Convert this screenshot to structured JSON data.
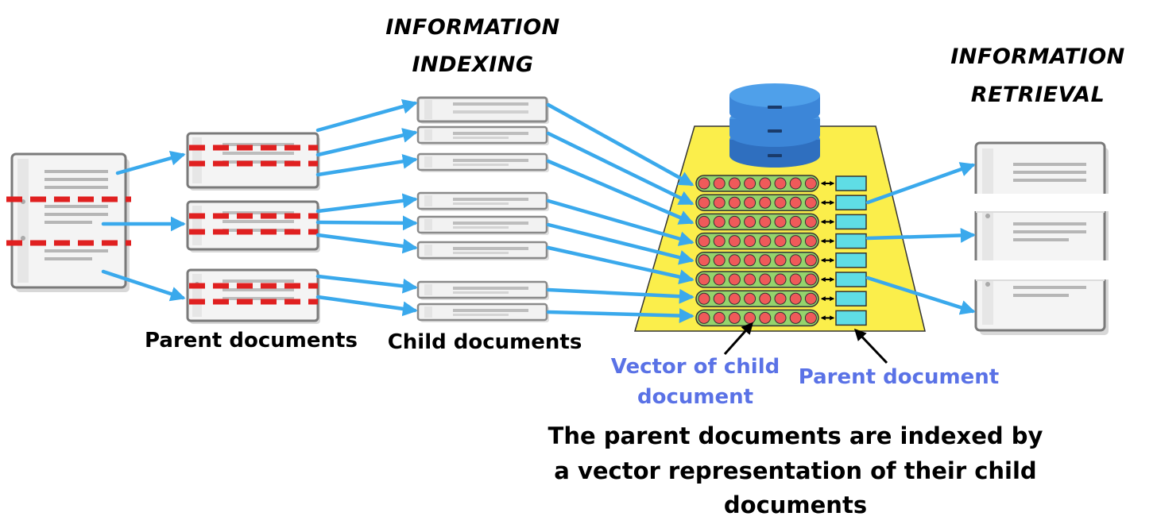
{
  "headings": {
    "indexing": [
      "INFORMATION",
      "INDEXING"
    ],
    "retrieval": [
      "INFORMATION",
      "RETRIEVAL"
    ]
  },
  "labels": {
    "parent_documents": "Parent documents",
    "child_documents": "Child documents",
    "vector_of_child": [
      "Vector of child",
      "document"
    ],
    "parent_document": "Parent document"
  },
  "caption": [
    "The parent documents are indexed by",
    "a vector representation of their child",
    "documents"
  ],
  "colors": {
    "arrow": "#3aa9ec",
    "split_line": "#e02020",
    "trapezoid": "#fbee4b",
    "vector_bar": "#94d36c",
    "vector_dot": "#ef5a5a",
    "parent_box": "#5fdde5",
    "database": "#3c86d8",
    "blue_text": "#5a72e6"
  },
  "icons": [
    "document-icon",
    "database-icon"
  ],
  "vector_rows": 8,
  "dots_per_row": 8
}
